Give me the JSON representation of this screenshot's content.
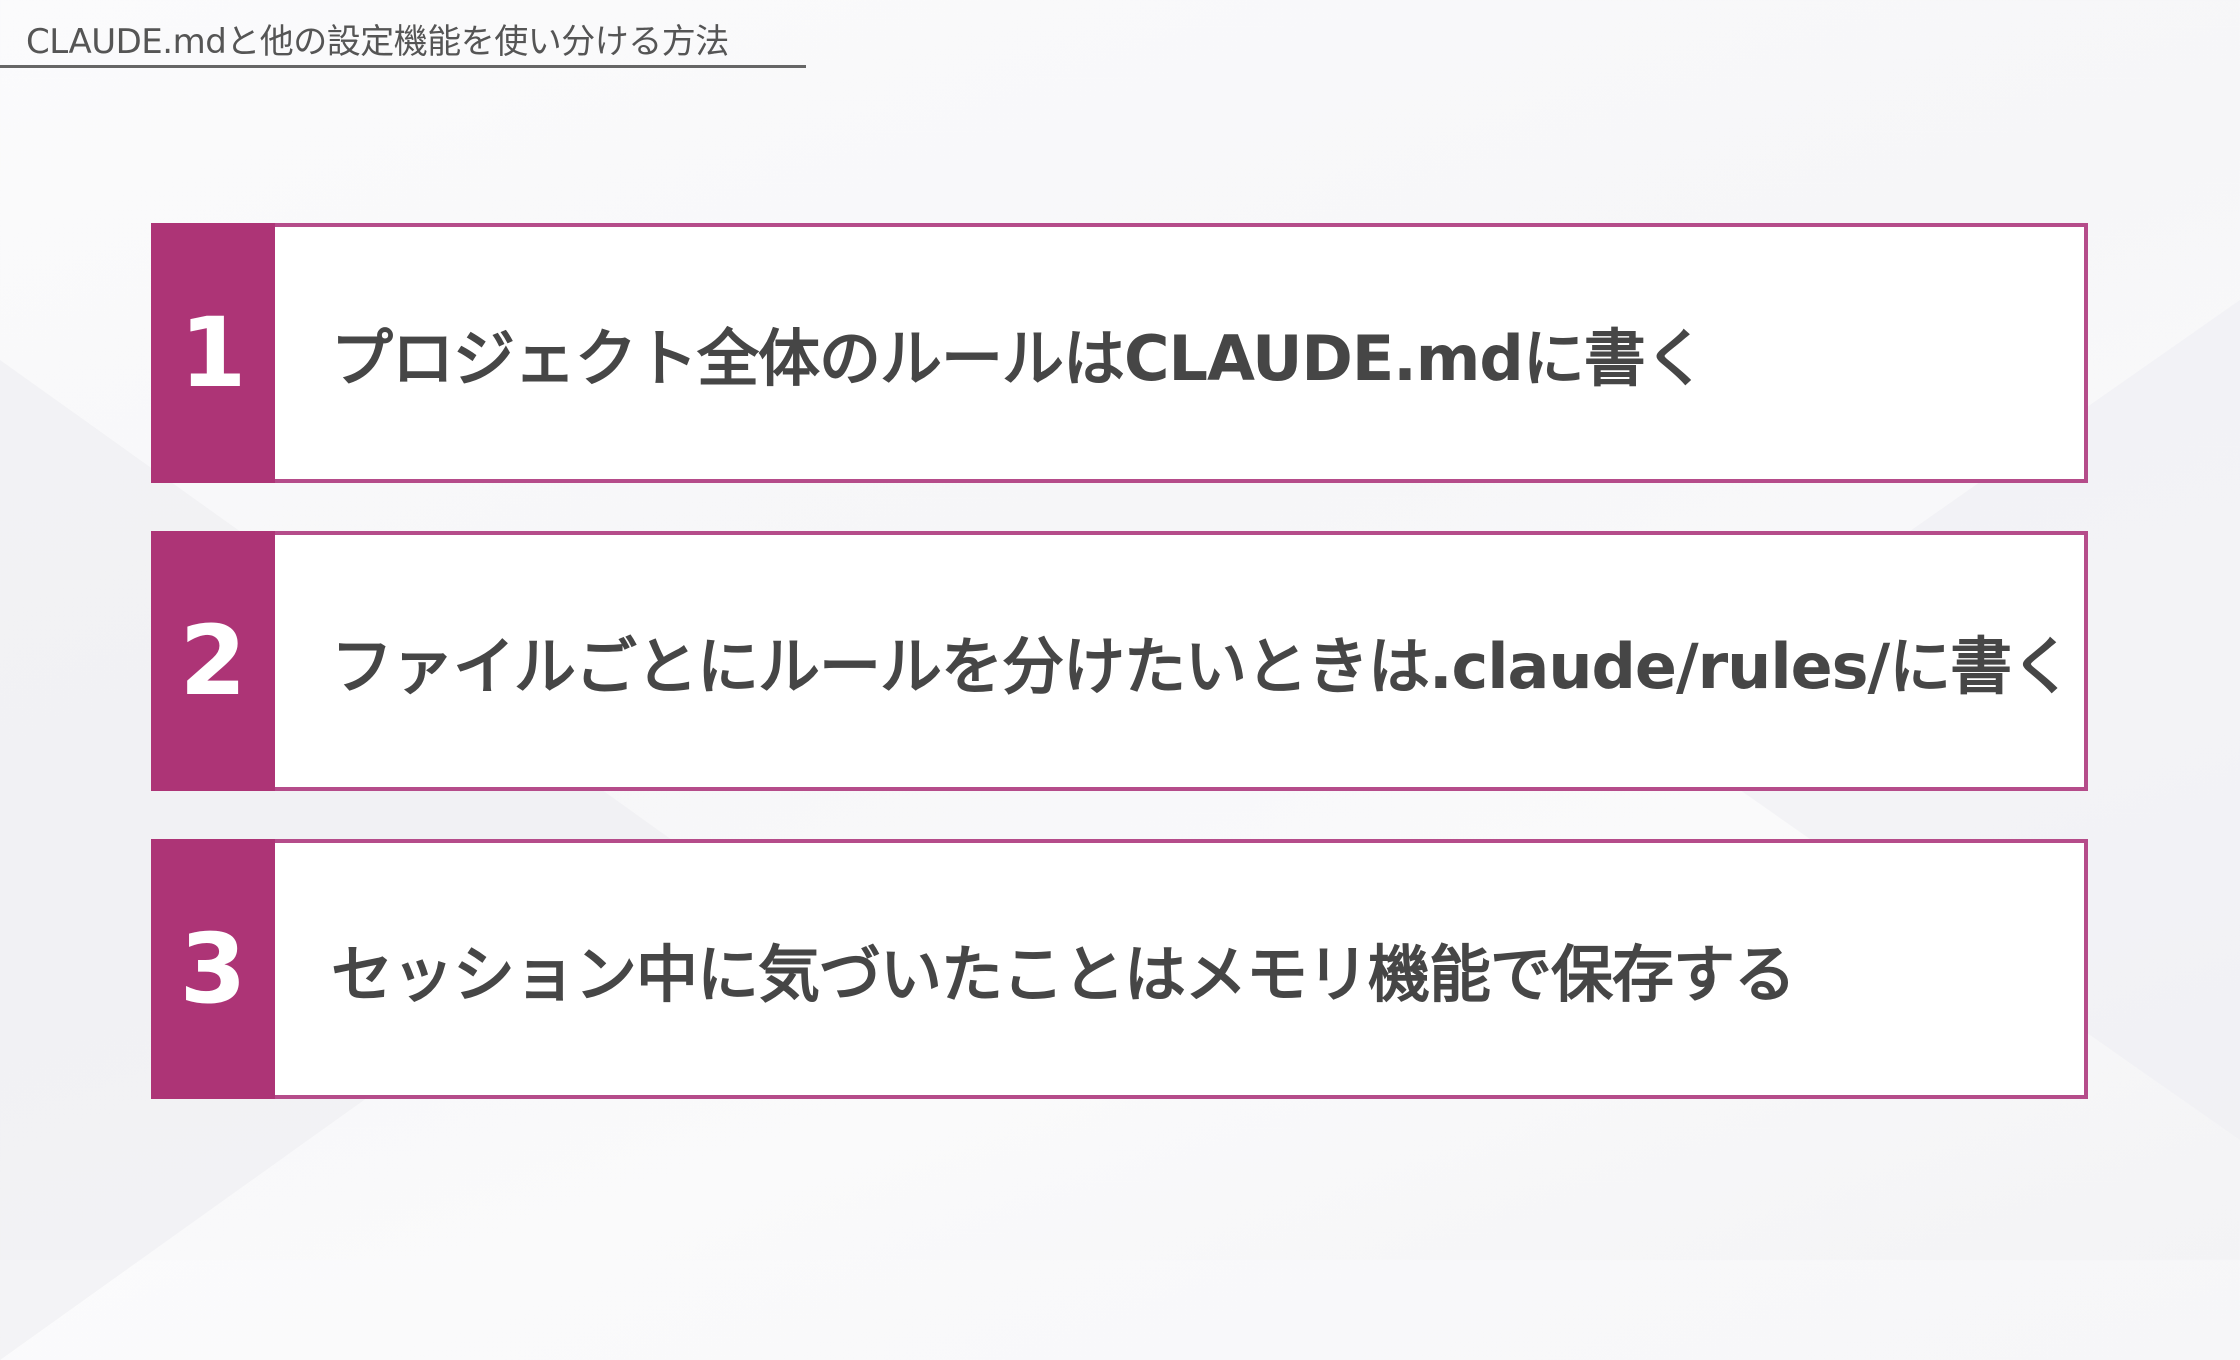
{
  "header": {
    "title": "CLAUDE.mdと他の設定機能を使い分ける方法"
  },
  "colors": {
    "accent": "#ad3476",
    "border": "#b54c8a",
    "text": "#464646"
  },
  "items": [
    {
      "number": "1",
      "text": "プロジェクト全体のルールはCLAUDE.mdに書く"
    },
    {
      "number": "2",
      "text": "ファイルごとにルールを分けたいときは.claude/rules/に書く"
    },
    {
      "number": "3",
      "text": "セッション中に気づいたことはメモリ機能で保存する"
    }
  ]
}
